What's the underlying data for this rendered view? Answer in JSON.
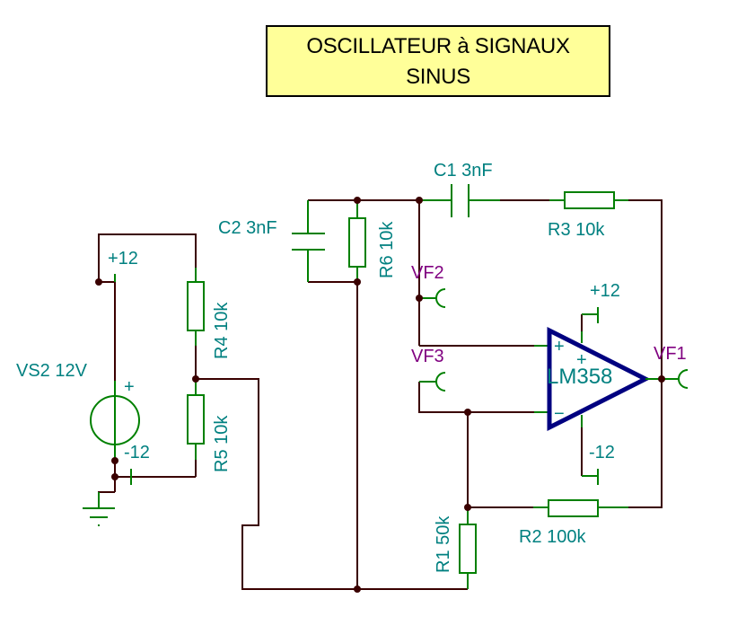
{
  "title": {
    "line1": "OSCILLATEUR à SIGNAUX",
    "line2": "SINUS"
  },
  "colors": {
    "wire": "#3a0000",
    "component": "#008000",
    "label": "#008080",
    "probe_label": "#800080",
    "opamp": "#000080",
    "title_bg": "#ffff99"
  },
  "components": {
    "vs2": {
      "label": "VS2 12V",
      "plus_pin": "+12",
      "minus_pin": "-12",
      "polarity": "+"
    },
    "r4": {
      "label": "R4 10k"
    },
    "r5": {
      "label": "R5 10k"
    },
    "r6": {
      "label": "R6 10k"
    },
    "c2": {
      "label": "C2 3nF"
    },
    "c1": {
      "label": "C1 3nF"
    },
    "r3": {
      "label": "R3 10k"
    },
    "r1": {
      "label": "R1 50k"
    },
    "r2": {
      "label": "R2 100k"
    },
    "opamp": {
      "label": "LM358",
      "vplus": "+12",
      "vminus": "-12",
      "in_plus": "+",
      "in_minus": "−",
      "supply_plus": "+"
    }
  },
  "probes": [
    {
      "label": "VF2"
    },
    {
      "label": "VF3"
    },
    {
      "label": "VF1"
    }
  ]
}
